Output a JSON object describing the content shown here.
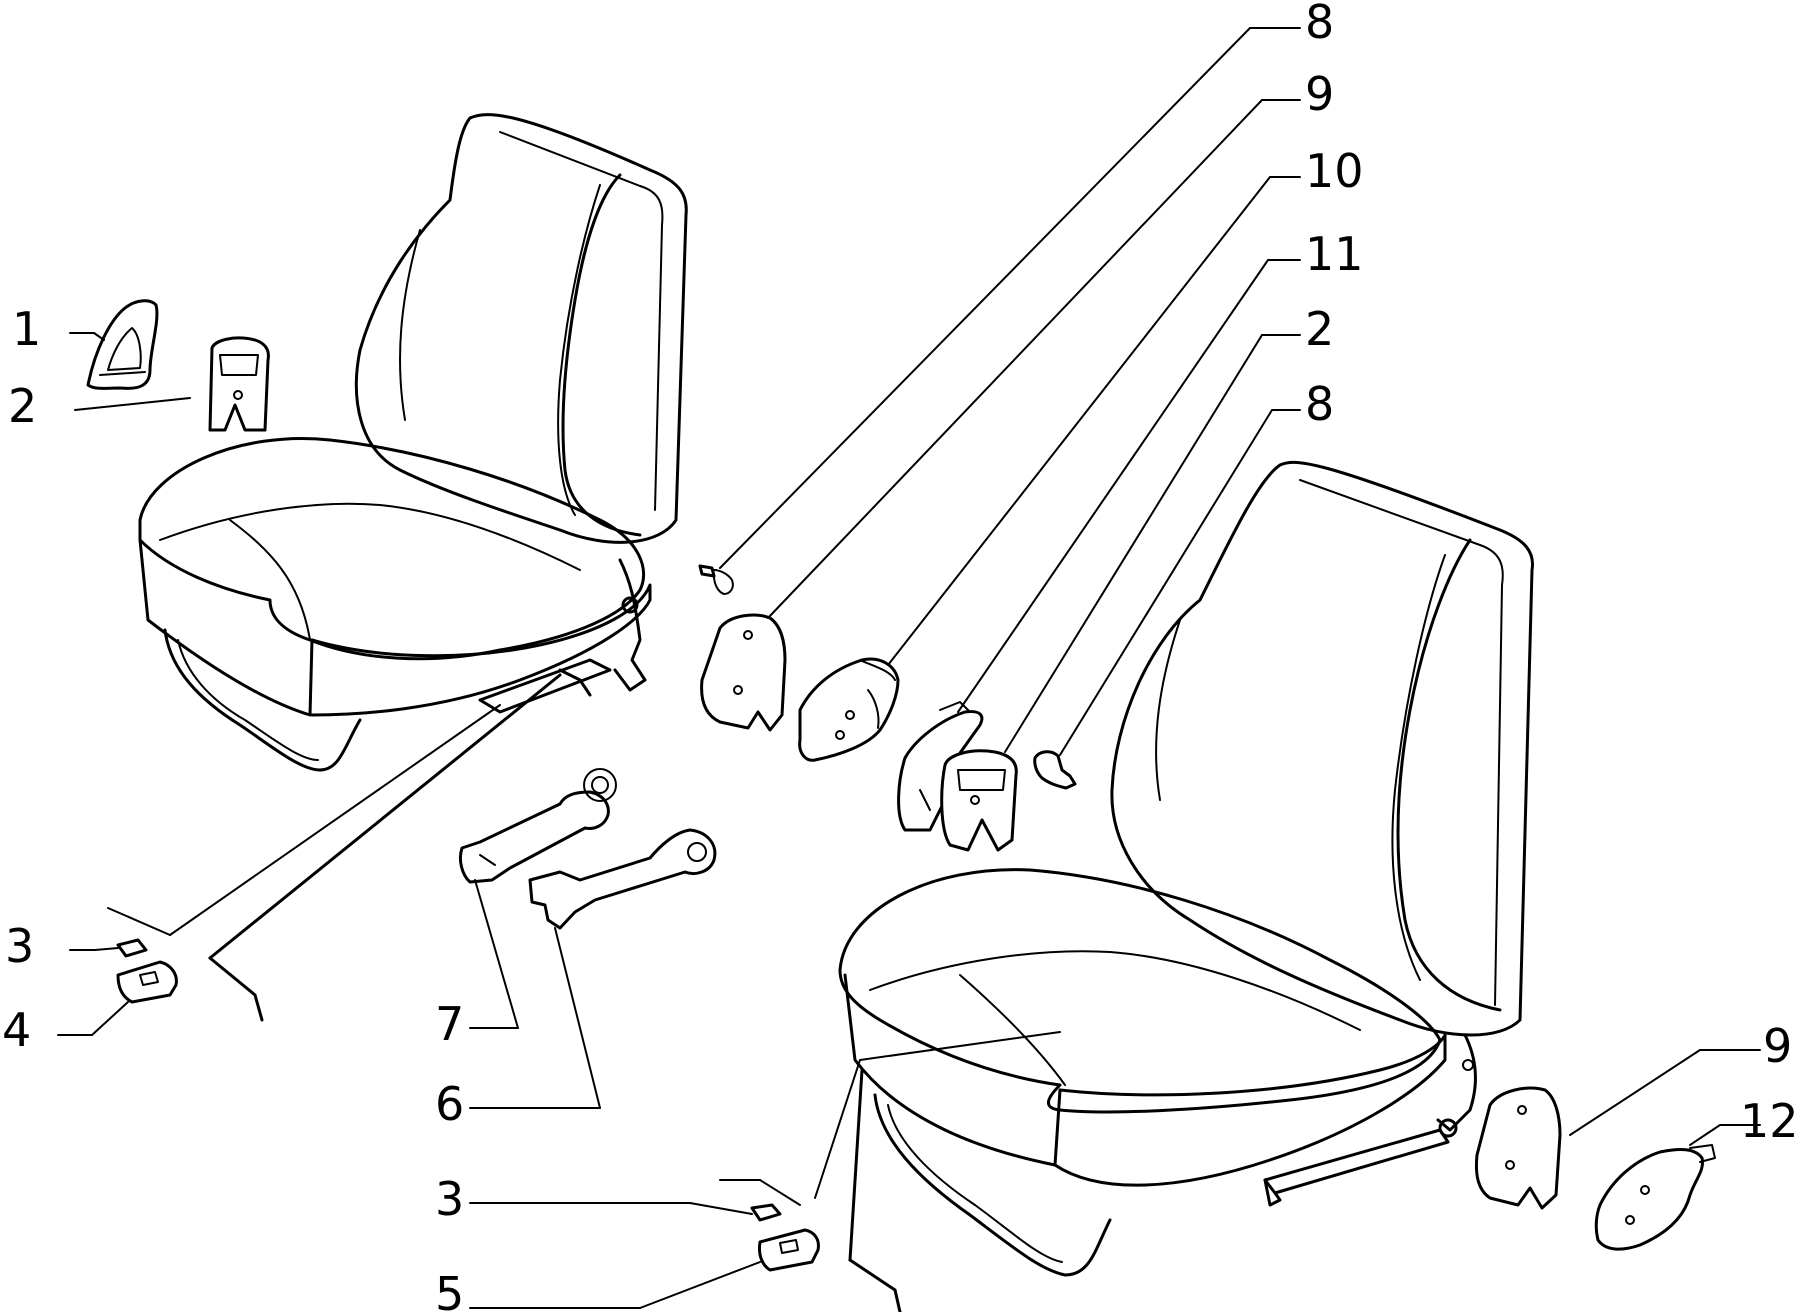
{
  "callouts": {
    "left_1": "1",
    "left_2": "2",
    "left_3": "3",
    "left_4": "4",
    "mid_7": "7",
    "mid_6": "6",
    "mid_3": "3",
    "mid_5": "5",
    "right_8_top": "8",
    "right_9_top": "9",
    "right_10": "10",
    "right_11": "11",
    "right_2": "2",
    "right_8_lower": "8",
    "right_9_lower": "9",
    "right_12": "12"
  }
}
